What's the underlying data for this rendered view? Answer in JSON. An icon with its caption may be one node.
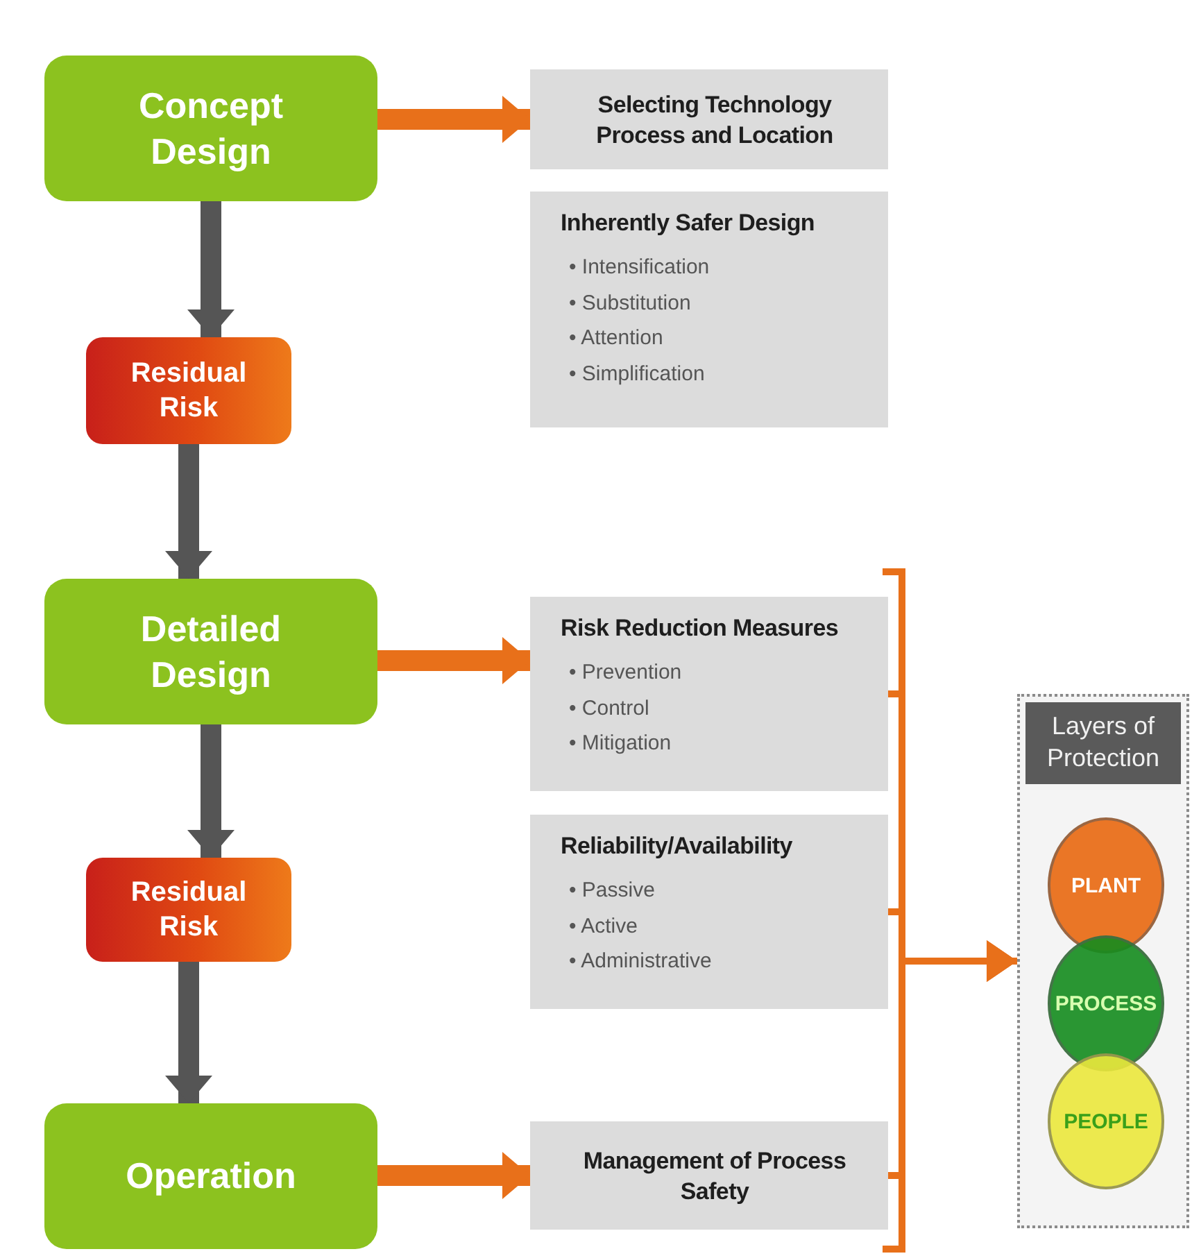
{
  "diagram": {
    "nodes": [
      {
        "text": [
          "Concept Design"
        ]
      },
      {
        "text": [
          "Residual Risk"
        ]
      },
      {
        "text": [
          "Detailed Design"
        ]
      },
      {
        "text": [
          "Residual Risk"
        ]
      },
      {
        "text": [
          "Operation"
        ]
      },
      {
        "text": [
          "Selecting Technology Process and Location"
        ]
      },
      {
        "text": [
          "Inherently Safer Design",
          "• Intensification",
          "• Substitution",
          "• Attention",
          "• Simplification"
        ]
      },
      {
        "text": [
          "Risk Reduction Measures",
          "• Prevention",
          "• Control",
          "• Mitigation"
        ]
      },
      {
        "text": [
          "Reliability/Availability",
          "• Passive",
          "• Active",
          "• Administrative"
        ]
      },
      {
        "text": [
          "Management of Process Safety"
        ]
      },
      {
        "text": [
          "Layers of Protection"
        ]
      },
      {
        "text": [
          "PLANT"
        ],
        "in": 10
      },
      {
        "text": [
          "PROCESS"
        ],
        "in": 10
      },
      {
        "text": [
          "PEOPLE"
        ],
        "in": 10
      }
    ],
    "edges": [
      {
        "from": 0,
        "to": 1,
        "arrow": "to",
        "color": "#555555"
      },
      {
        "from": 1,
        "to": 2,
        "arrow": "to",
        "color": "#555555"
      },
      {
        "from": 2,
        "to": 3,
        "arrow": "to",
        "color": "#555555"
      },
      {
        "from": 3,
        "to": 4,
        "arrow": "to",
        "color": "#555555"
      },
      {
        "from": 0,
        "to": 5,
        "arrow": "to"
      },
      {
        "from": 2,
        "to": 7,
        "arrow": "to"
      },
      {
        "from": 4,
        "to": 9,
        "arrow": "to"
      },
      {
        "from": 7,
        "to": 10,
        "arrow": "to"
      },
      {
        "from": 8,
        "to": 10,
        "arrow": "to"
      },
      {
        "from": 9,
        "to": 10,
        "arrow": "to"
      }
    ]
  }
}
